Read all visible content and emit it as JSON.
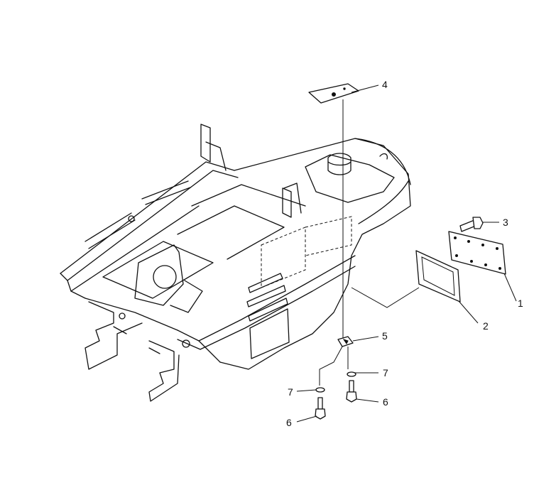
{
  "callouts": {
    "c1": "1",
    "c2": "2",
    "c3": "3",
    "c4": "4",
    "c5": "5",
    "c6a": "6",
    "c6b": "6",
    "c7a": "7",
    "c7b": "7"
  }
}
